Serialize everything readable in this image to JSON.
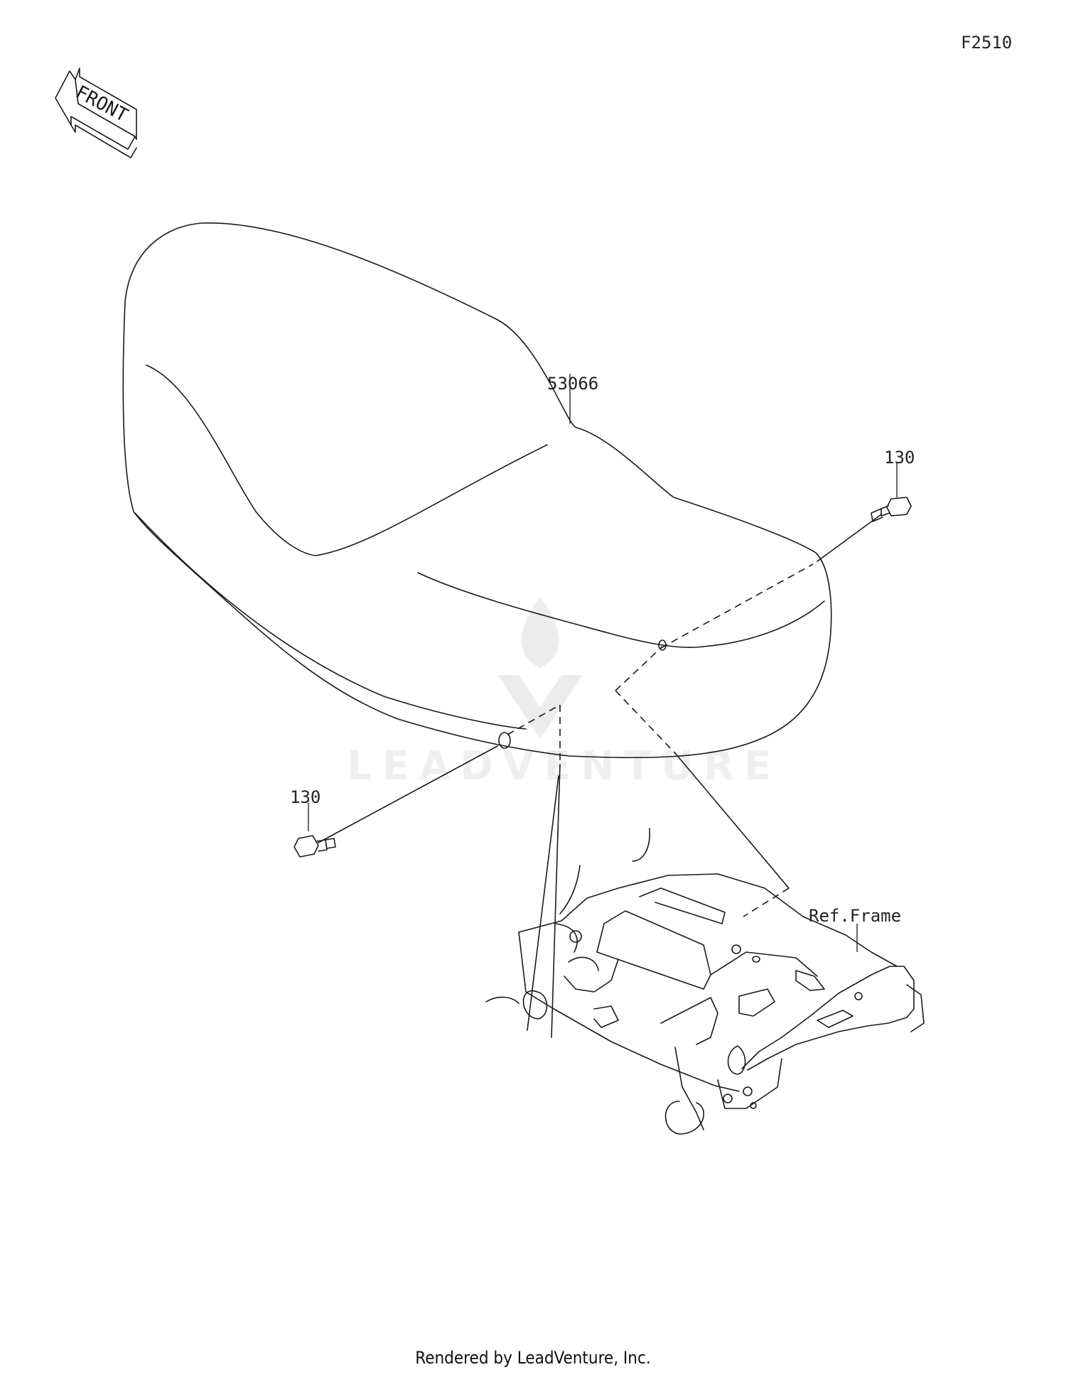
{
  "diagram": {
    "code": "F2510",
    "front_arrow_text": "FRONT",
    "callouts": {
      "seat": "53066",
      "bolt_right": "130",
      "bolt_left": "130",
      "frame_ref": "Ref.Frame"
    },
    "watermark": "LEADVENTURE",
    "footer": "Rendered by LeadVenture, Inc."
  }
}
